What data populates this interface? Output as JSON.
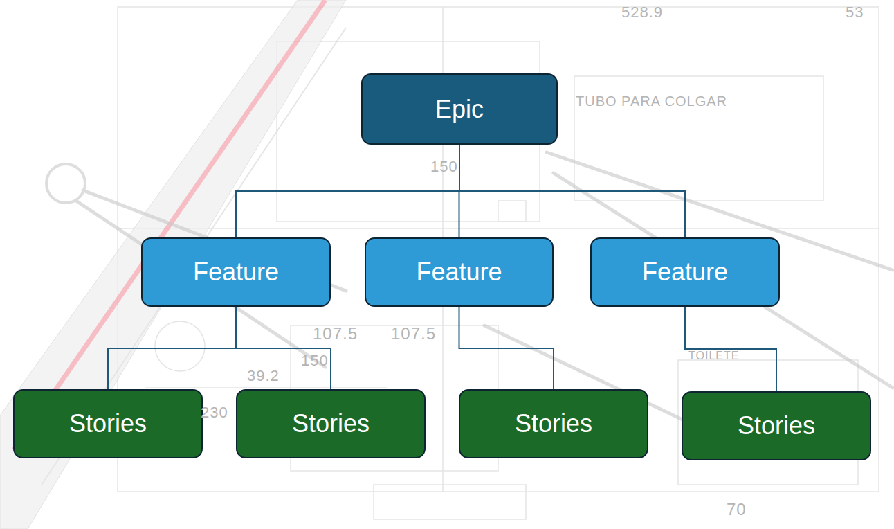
{
  "diagram": {
    "nodes": [
      {
        "text": [
          "Epic"
        ]
      },
      {
        "text": [
          "Feature"
        ]
      },
      {
        "text": [
          "Feature"
        ]
      },
      {
        "text": [
          "Feature"
        ]
      },
      {
        "text": [
          "Stories"
        ]
      },
      {
        "text": [
          "Stories"
        ]
      },
      {
        "text": [
          "Stories"
        ]
      },
      {
        "text": [
          "Stories"
        ]
      }
    ],
    "edges": [
      {
        "from": 0,
        "to": 1,
        "arrow": "none"
      },
      {
        "from": 0,
        "to": 2,
        "arrow": "none"
      },
      {
        "from": 0,
        "to": 3,
        "arrow": "none"
      },
      {
        "from": 1,
        "to": 4,
        "arrow": "none"
      },
      {
        "from": 1,
        "to": 5,
        "arrow": "none"
      },
      {
        "from": 2,
        "to": 6,
        "arrow": "none"
      },
      {
        "from": 3,
        "to": 7,
        "arrow": "none"
      }
    ],
    "labels": [
      "528.9",
      "53",
      "TUBO PARA COLGAR",
      "150",
      "107.5",
      "107.5",
      "39.2",
      "150",
      "230",
      "TOILETE",
      "70"
    ]
  }
}
